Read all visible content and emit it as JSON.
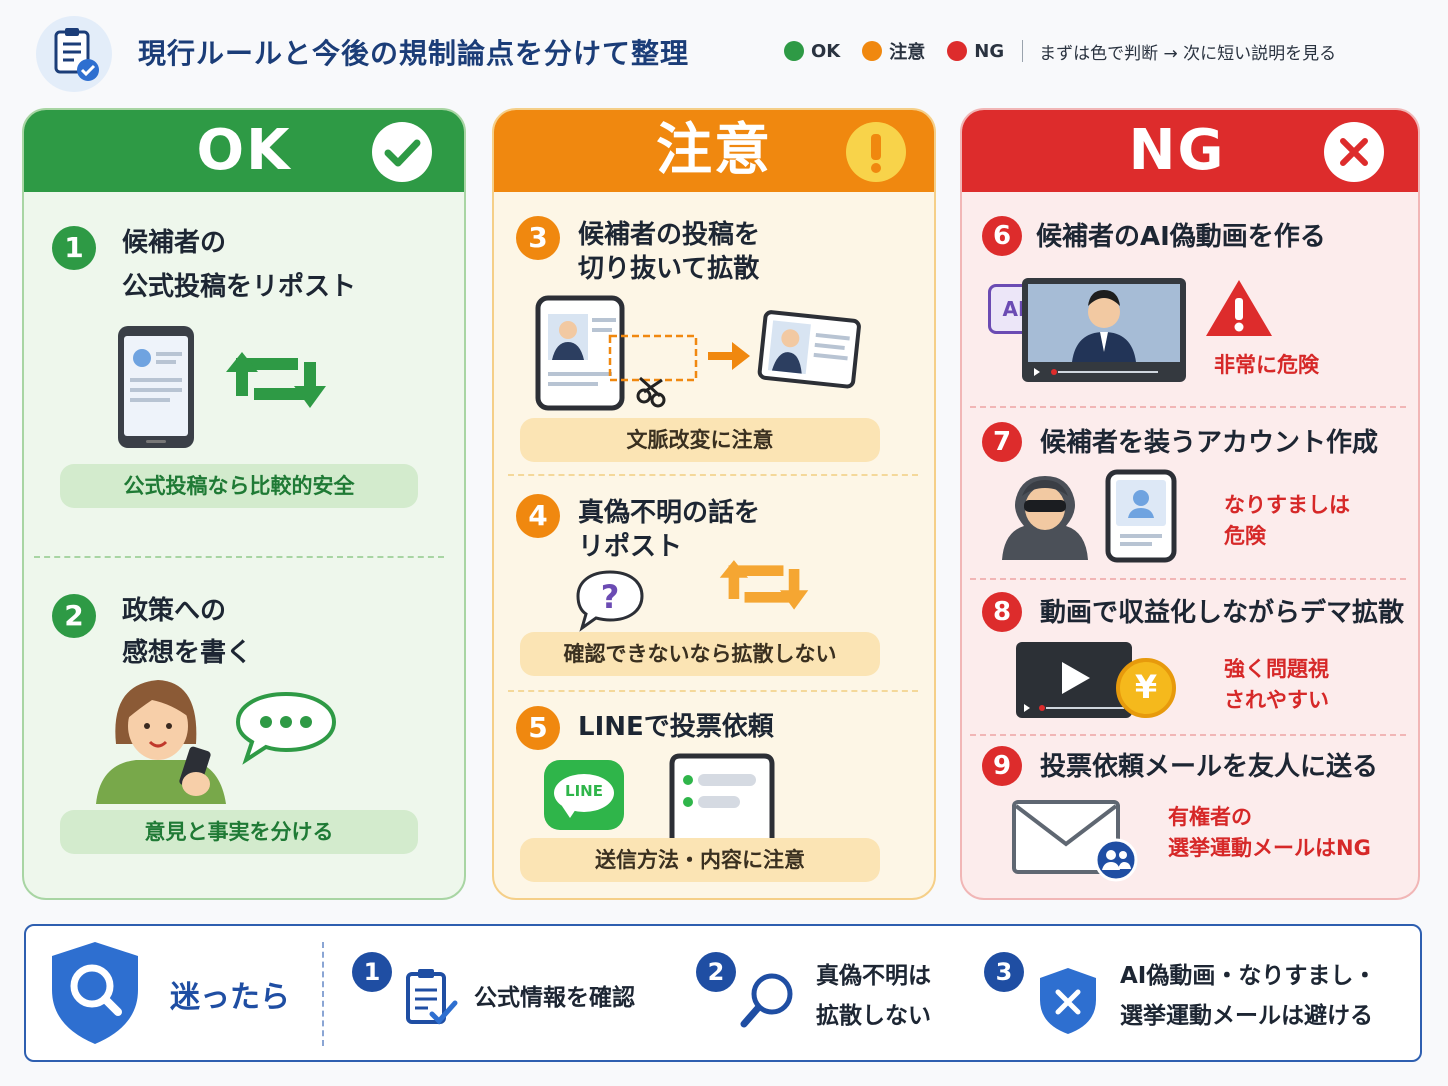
{
  "header": {
    "title": "現行ルールと今後の規制論点を分けて整理",
    "legend": [
      {
        "label": "OK",
        "color": "#2e9a45"
      },
      {
        "label": "注意",
        "color": "#f0880f"
      },
      {
        "label": "NG",
        "color": "#dd2c2c"
      }
    ],
    "hint": "まずは色で判断 → 次に短い説明を見る",
    "icon": "clipboard-check-icon"
  },
  "columns": {
    "ok": {
      "title": "OK",
      "icon": "check-icon",
      "items": [
        {
          "number": "1",
          "title_lines": [
            "候補者の",
            "公式投稿をリポスト"
          ],
          "note": "公式投稿なら比較的安全"
        },
        {
          "number": "2",
          "title_lines": [
            "政策への",
            "感想を書く"
          ],
          "note": "意見と事実を分ける"
        }
      ]
    },
    "caution": {
      "title": "注意",
      "icon": "exclamation-icon",
      "items": [
        {
          "number": "3",
          "title_lines": [
            "候補者の投稿を",
            "切り抜いて拡散"
          ],
          "note": "文脈改変に注意"
        },
        {
          "number": "4",
          "title_lines": [
            "真偽不明の話を",
            "リポスト"
          ],
          "note": "確認できないなら拡散しない"
        },
        {
          "number": "5",
          "title_lines": [
            "LINEで投票依頼"
          ],
          "note": "送信方法・内容に注意",
          "app_label": "LINE"
        }
      ]
    },
    "ng": {
      "title": "NG",
      "icon": "cross-icon",
      "items": [
        {
          "number": "6",
          "title": "候補者のAI偽動画を作る",
          "warning_lines": [
            "非常に危険"
          ],
          "ai_label": "AI"
        },
        {
          "number": "7",
          "title": "候補者を装うアカウント作成",
          "warning_lines": [
            "なりすましは",
            "危険"
          ]
        },
        {
          "number": "8",
          "title": "動画で収益化しながらデマ拡散",
          "warning_lines": [
            "強く問題視",
            "されやすい"
          ],
          "currency": "¥"
        },
        {
          "number": "9",
          "title": "投票依頼メールを友人に送る",
          "warning_lines": [
            "有権者の",
            "選挙運動メールはNG"
          ]
        }
      ]
    }
  },
  "footer": {
    "lead": "迷ったら",
    "steps": [
      {
        "number": "1",
        "lines": [
          "公式情報を確認"
        ],
        "icon": "clipboard-check-icon"
      },
      {
        "number": "2",
        "lines": [
          "真偽不明は",
          "拡散しない"
        ],
        "icon": "magnifier-icon"
      },
      {
        "number": "3",
        "lines": [
          "AI偽動画・なりすまし・",
          "選挙運動メールは避ける"
        ],
        "icon": "shield-cross-icon"
      }
    ]
  }
}
